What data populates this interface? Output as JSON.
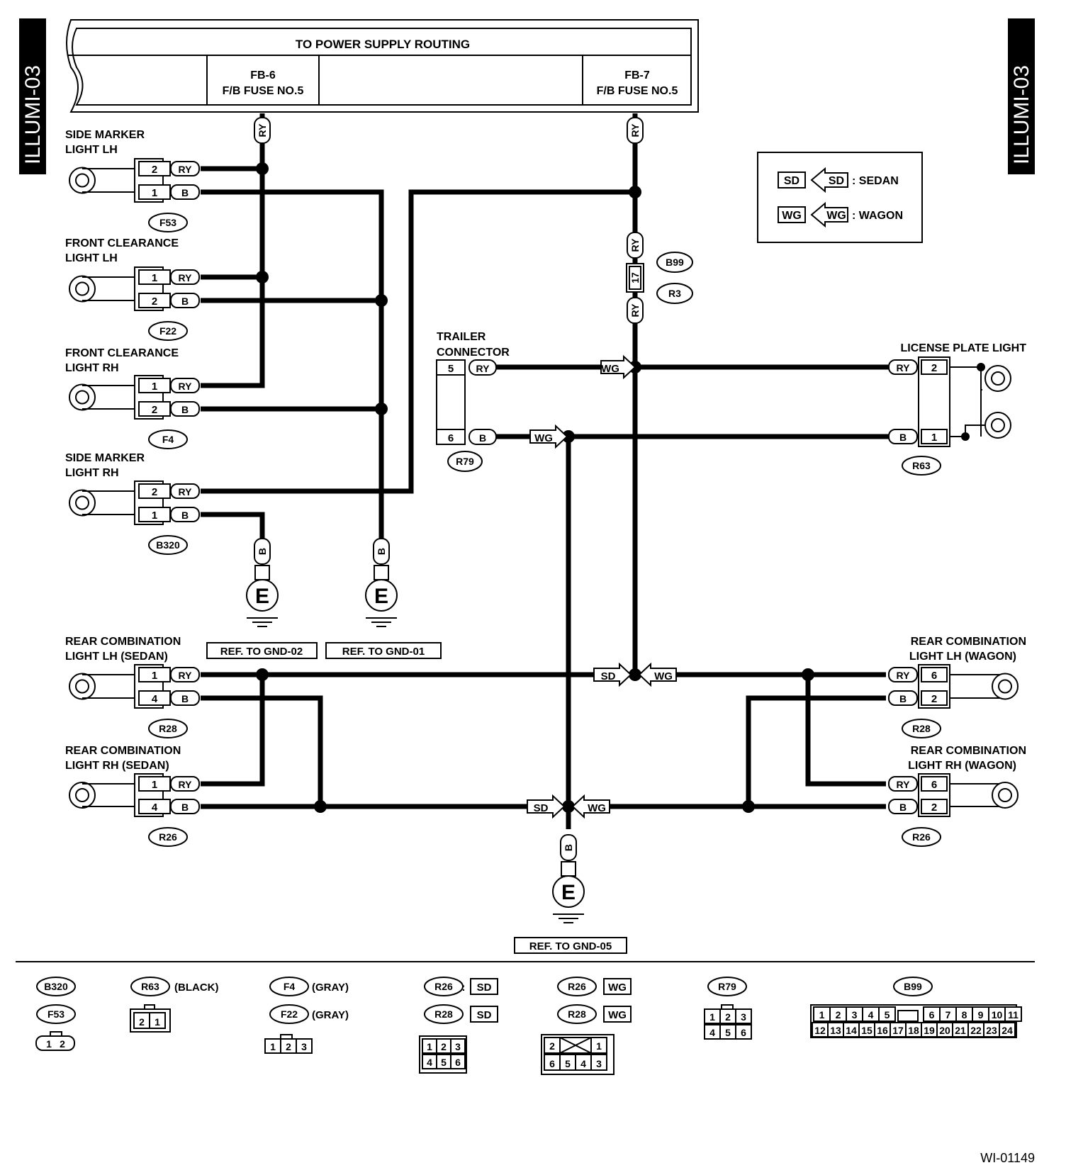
{
  "diagram_id": "ILLUMI-03",
  "footer_code": "WI-01149",
  "power_supply": {
    "title": "TO POWER SUPPLY ROUTING",
    "fuse_left": {
      "name": "FB-6",
      "label": "F/B FUSE NO.5"
    },
    "fuse_right": {
      "name": "FB-7",
      "label": "F/B FUSE NO.5"
    }
  },
  "legend": [
    {
      "code": "SD",
      "text": ": SEDAN"
    },
    {
      "code": "WG",
      "text": ": WAGON"
    }
  ],
  "wire_colors": {
    "ry": "RY",
    "b": "B"
  },
  "lights": {
    "side_marker_lh": {
      "line1": "SIDE MARKER",
      "line2": "LIGHT LH",
      "connector": "F53",
      "pins": [
        "2",
        "1"
      ]
    },
    "front_clearance_lh": {
      "line1": "FRONT CLEARANCE",
      "line2": "LIGHT LH",
      "connector": "F22",
      "pins": [
        "1",
        "2"
      ]
    },
    "front_clearance_rh": {
      "line1": "FRONT CLEARANCE",
      "line2": "LIGHT RH",
      "connector": "F4",
      "pins": [
        "1",
        "2"
      ]
    },
    "side_marker_rh": {
      "line1": "SIDE MARKER",
      "line2": "LIGHT RH",
      "connector": "B320",
      "pins": [
        "2",
        "1"
      ]
    },
    "rear_comb_lh_sedan": {
      "line1": "REAR COMBINATION",
      "line2": "LIGHT LH (SEDAN)",
      "connector": "R28",
      "pins": [
        "1",
        "4"
      ]
    },
    "rear_comb_rh_sedan": {
      "line1": "REAR COMBINATION",
      "line2": "LIGHT RH (SEDAN)",
      "connector": "R26",
      "pins": [
        "1",
        "4"
      ]
    },
    "rear_comb_lh_wagon": {
      "line1": "REAR COMBINATION",
      "line2": "LIGHT LH (WAGON)",
      "connector": "R28",
      "pins": [
        "6",
        "2"
      ]
    },
    "rear_comb_rh_wagon": {
      "line1": "REAR COMBINATION",
      "line2": "LIGHT RH (WAGON)",
      "connector": "R26",
      "pins": [
        "6",
        "2"
      ]
    },
    "license_plate": {
      "line1": "LICENSE PLATE LIGHT",
      "connector": "R63",
      "pins": [
        "2",
        "1"
      ]
    }
  },
  "trailer_connector": {
    "line1": "TRAILER",
    "line2": "CONNECTOR",
    "connector": "R79",
    "pins": [
      "5",
      "6"
    ]
  },
  "junction": {
    "connector_a": "B99",
    "connector_b": "R3",
    "pin": "17"
  },
  "grounds": {
    "symbol": "E",
    "gnd02": "REF. TO GND-02",
    "gnd01": "REF. TO GND-01",
    "gnd05": "REF. TO GND-05"
  },
  "connector_views": {
    "b320": "B320",
    "f53": "F53",
    "f53_pins": [
      "1",
      "2"
    ],
    "r63": "R63",
    "r63_note": "(BLACK)",
    "r63_pins": [
      "2",
      "1"
    ],
    "f4": "F4",
    "f4_note": "(GRAY)",
    "f22": "F22",
    "f22_note": "(GRAY)",
    "f_pins": [
      "1",
      "2",
      "3"
    ],
    "r26": "R26",
    "r28": "R28",
    "sd": "SD",
    "wg": "WG",
    "sd_pins": [
      "1",
      "2",
      "3",
      "4",
      "5",
      "6"
    ],
    "wg_pins": [
      "2",
      "1",
      "6",
      "5",
      "4",
      "3"
    ],
    "r79": "R79",
    "r79_pins": [
      "1",
      "2",
      "3",
      "4",
      "5",
      "6"
    ],
    "b99": "B99",
    "b99_top": [
      "1",
      "2",
      "3",
      "4",
      "5",
      "6",
      "7",
      "8",
      "9",
      "10",
      "11"
    ],
    "b99_bottom": [
      "12",
      "13",
      "14",
      "15",
      "16",
      "17",
      "18",
      "19",
      "20",
      "21",
      "22",
      "23",
      "24"
    ]
  }
}
